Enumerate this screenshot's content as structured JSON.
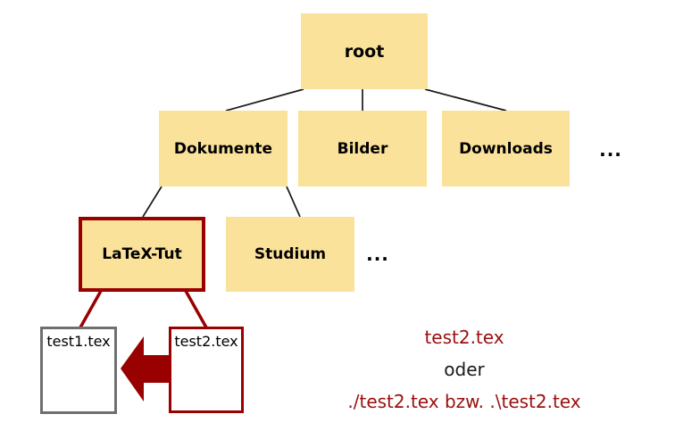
{
  "diagram": {
    "title": "file-system tree",
    "colors": {
      "node_fill": "#FBE29A",
      "highlight_red": "#990000",
      "caption_red": "#9B0E0E",
      "file_border_gray": "#6f6f6f",
      "connector_black": "#1a1a1a",
      "background": "#ffffff"
    },
    "tree": {
      "root": {
        "label": "root"
      },
      "level2": [
        {
          "label": "Dokumente"
        },
        {
          "label": "Bilder"
        },
        {
          "label": "Downloads"
        }
      ],
      "level2_more": "...",
      "level3": [
        {
          "label": "LaTeX-Tut",
          "highlighted": true
        },
        {
          "label": "Studium",
          "highlighted": false
        }
      ],
      "level3_more": "...",
      "files": [
        {
          "label": "test1.tex",
          "border": "gray"
        },
        {
          "label": "test2.tex",
          "border": "red"
        }
      ]
    },
    "caption": {
      "line1": "test2.tex",
      "line2": "oder",
      "line3": "./test2.tex bzw. .\\test2.tex"
    }
  }
}
